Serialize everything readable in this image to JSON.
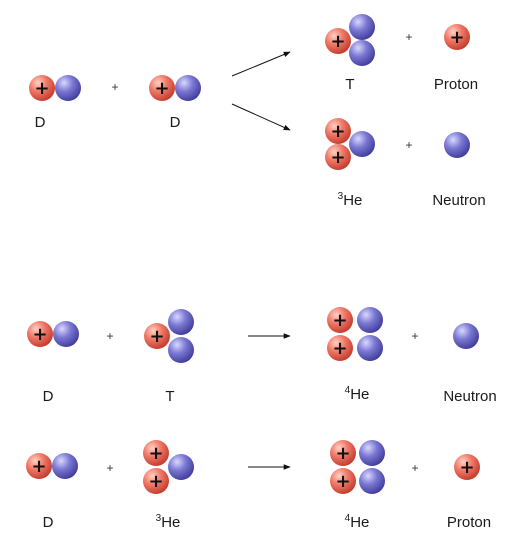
{
  "labels": {
    "deuteron": "D",
    "triton": "T",
    "helium3_mass": "3",
    "helium4_mass": "4",
    "helium_symbol": "He",
    "proton": "Proton",
    "neutron": "Neutron"
  },
  "operator": "+",
  "proton_symbol": "+",
  "colors": {
    "proton": "#e85d50",
    "neutron": "#6a66c4",
    "arrow": "#111111"
  }
}
